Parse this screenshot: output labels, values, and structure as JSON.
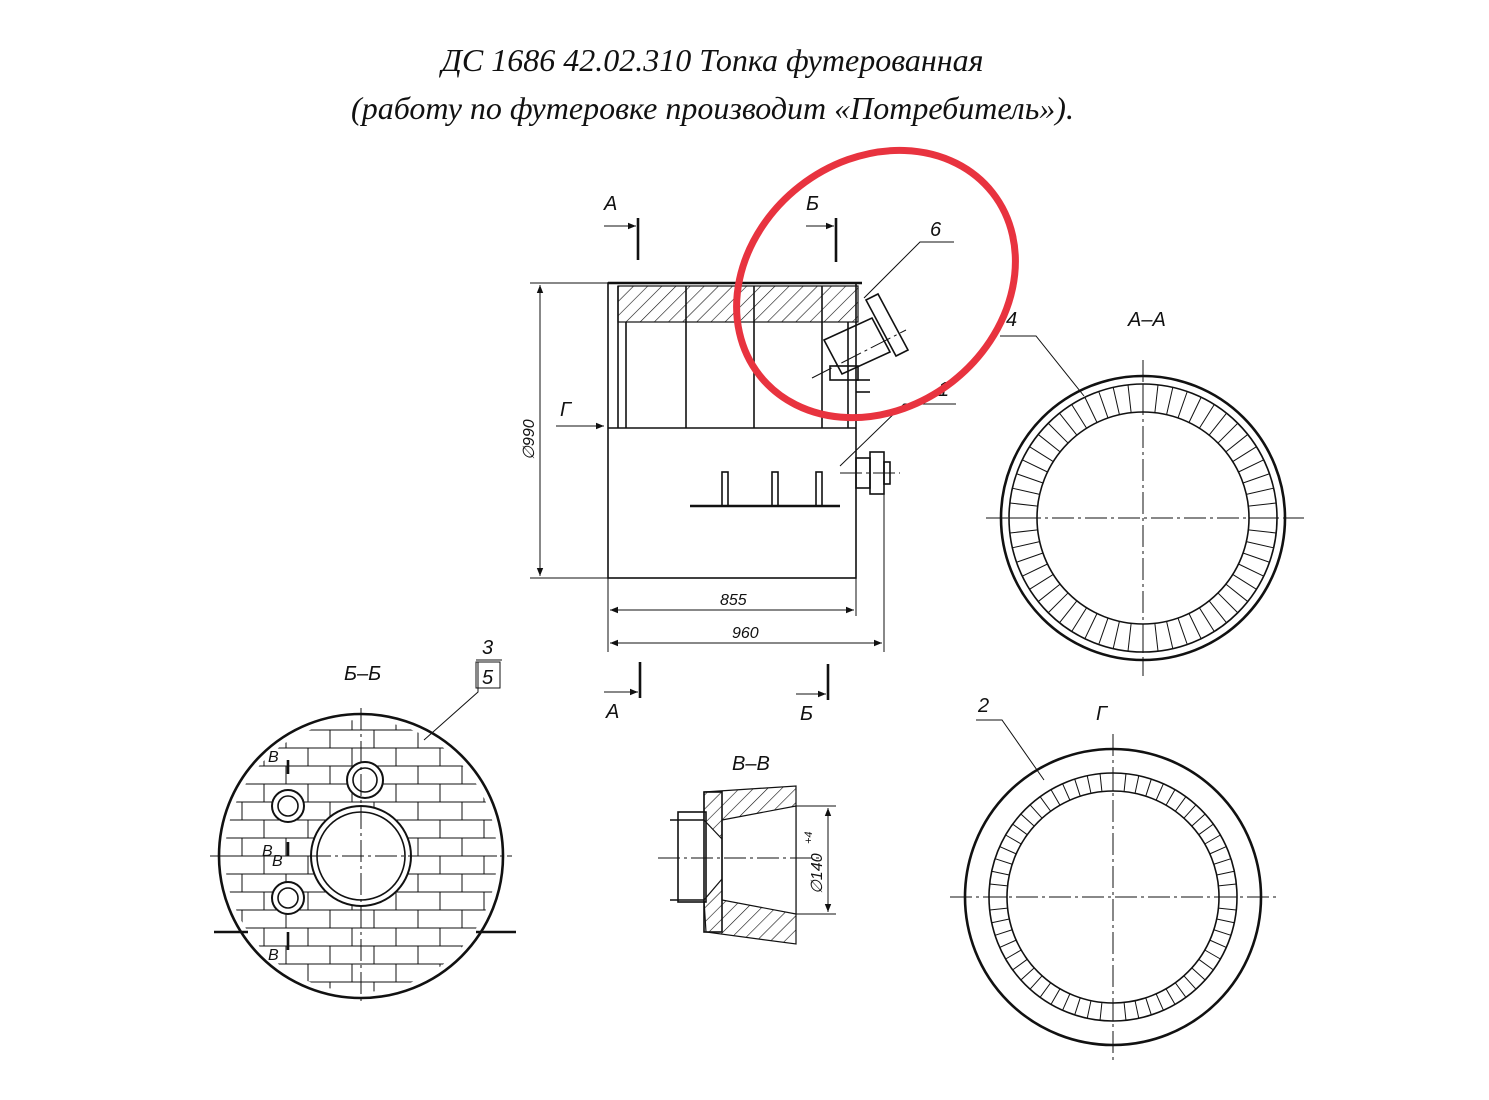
{
  "title": {
    "line1": "ДС 1686 42.02.310 Топка футерованная",
    "line2": "(работу по футеровке производит «Потребитель»)."
  },
  "main_view": {
    "section_a_top": "А",
    "section_b_top": "Б",
    "section_a_bottom": "А",
    "section_b_bottom": "Б",
    "view_g_arrow": "Г",
    "callout_6": "6",
    "callout_1": "1",
    "dim_diameter": "∅990",
    "dim_855": "855",
    "dim_960": "960"
  },
  "section_aa": {
    "title": "А–А",
    "callout_4": "4"
  },
  "section_bb": {
    "title": "Б–Б",
    "callout_3": "3",
    "callout_5": "5",
    "marks": [
      "В",
      "В",
      "В",
      "В"
    ]
  },
  "section_vv": {
    "title": "В–В",
    "dim_diameter": "∅140",
    "dim_tol": "+4"
  },
  "view_g": {
    "title": "Г",
    "callout_2": "2"
  },
  "highlight": {
    "color": "#e8333f"
  }
}
